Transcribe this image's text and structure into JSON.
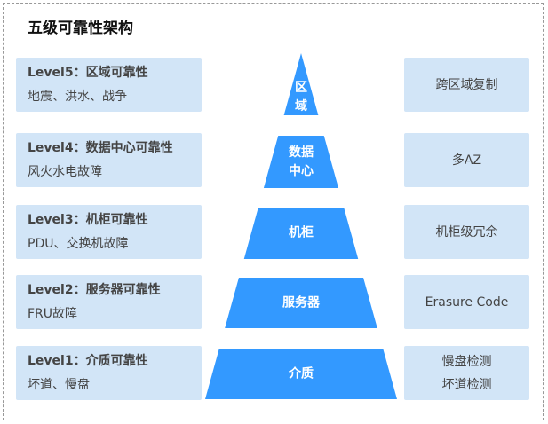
{
  "title": "五级可靠性架构",
  "levels": [
    {
      "heading": "Level5：区域可靠性",
      "desc": "地震、洪水、战争",
      "pyramid": "区\n域",
      "pyramid_lines": [
        "区",
        "域"
      ],
      "measures": [
        "跨区域复制"
      ]
    },
    {
      "heading": "Level4：数据中心可靠性",
      "desc": "风火水电故障",
      "pyramid_lines": [
        "数据",
        "中心"
      ],
      "measures": [
        "多AZ"
      ]
    },
    {
      "heading": "Level3：机柜可靠性",
      "desc": "PDU、交换机故障",
      "pyramid_lines": [
        "机柜"
      ],
      "measures": [
        "机柜级冗余"
      ]
    },
    {
      "heading": "Level2：服务器可靠性",
      "desc": "FRU故障",
      "pyramid_lines": [
        "服务器"
      ],
      "measures": [
        "Erasure Code"
      ]
    },
    {
      "heading": "Level1：介质可靠性",
      "desc": "坏道、慢盘",
      "pyramid_lines": [
        "介质"
      ],
      "measures": [
        "慢盘检测",
        "坏道检测"
      ]
    }
  ],
  "colors": {
    "pyramid": "#3399ff",
    "box": "#d2e5f7"
  }
}
